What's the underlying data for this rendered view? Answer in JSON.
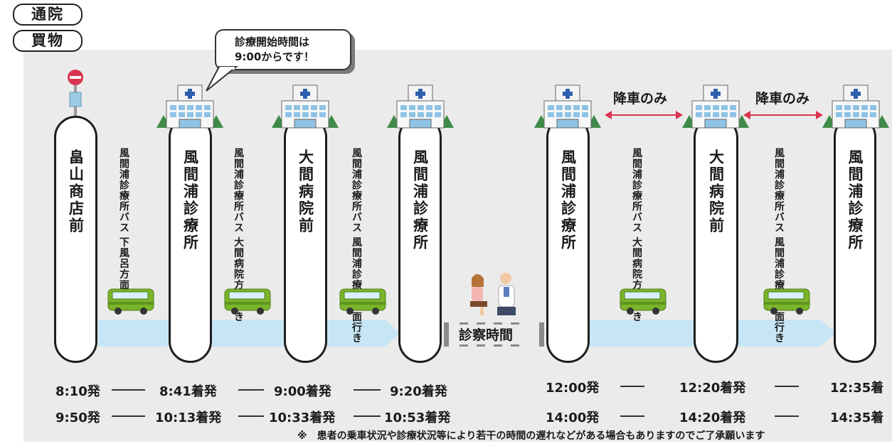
{
  "tags": {
    "commute": "通院",
    "shopping": "買物"
  },
  "bubble": {
    "line1": "診療開始時間は",
    "line2": "9:00からです！"
  },
  "stops": [
    "畠山商店前",
    "風間浦診療所",
    "大間病院前",
    "風間浦診療所",
    "風間浦診療所",
    "大間病院前",
    "風間浦診療所"
  ],
  "routes": [
    {
      "line1": "風間浦診療所バス",
      "line2": "下風呂方面行き"
    },
    {
      "line1": "風間浦診療所バス",
      "line2": "大間病院方面行き"
    },
    {
      "line1": "風間浦診療所バス",
      "line2": "風間浦診療所方面行き"
    },
    {
      "line1": "風間浦診療所バス",
      "line2": "大間病院方面行き"
    },
    {
      "line1": "風間浦診療所バス",
      "line2": "風間浦診療所方面行き"
    }
  ],
  "alight": [
    "降車のみ",
    "降車のみ"
  ],
  "exam": "診察時間",
  "times_row1": [
    "8:10発",
    "8:41着発",
    "9:00着発",
    "9:20着発",
    "12:00発",
    "12:20着発",
    "12:35着"
  ],
  "times_row2": [
    "9:50発",
    "10:13着発",
    "10:33着発",
    "10:53着発",
    "14:00発",
    "14:20着発",
    "14:35着"
  ],
  "note": "※　患者の乗車状況や診療状況等により若干の時間の遅れなどがある場合もありますのでご了承願います",
  "colors": {
    "band": "#c7e6f5",
    "bus_green": "#7ab52a",
    "accent_red": "#d8344f",
    "panel": "#ebebeb"
  }
}
